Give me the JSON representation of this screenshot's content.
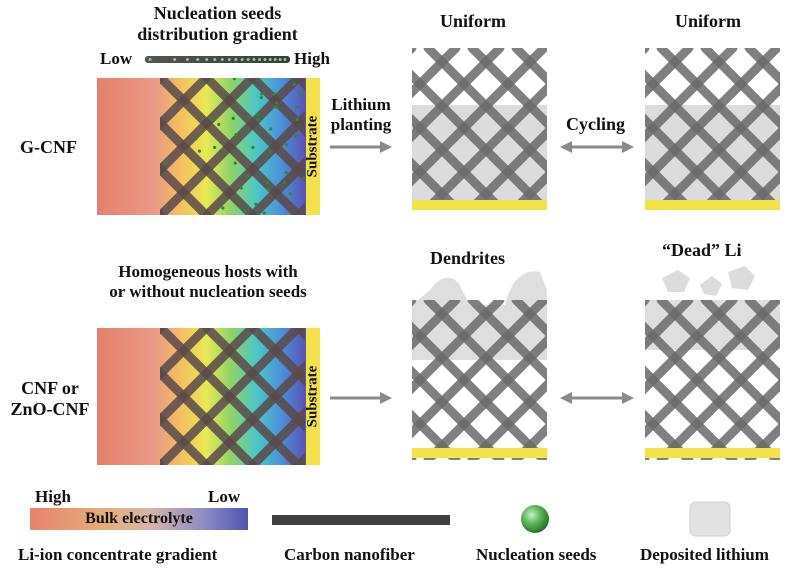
{
  "top": {
    "seed_title_line1": "Nucleation seeds",
    "seed_title_line2": "distribution gradient",
    "low_label": "Low",
    "high_label": "High",
    "row_label": "G-CNF",
    "substrate_label": "Substrate",
    "arrow_label_line1": "Lithium",
    "arrow_label_line2": "planting",
    "state1_title": "Uniform",
    "cycling_label": "Cycling",
    "state2_title": "Uniform"
  },
  "bottom": {
    "host_title_line1": "Homogeneous hosts with",
    "host_title_line2": "or without nucleation seeds",
    "row_label_line1": "CNF or",
    "row_label_line2": "ZnO-CNF",
    "substrate_label": "Substrate",
    "state1_title": "Dendrites",
    "state2_title": "“Dead” Li"
  },
  "legend": {
    "high_label": "High",
    "low_label": "Low",
    "bar_text": "Bulk electrolyte",
    "gradient_caption": "Li-ion concentrate gradient",
    "nanofiber_caption": "Carbon nanofiber",
    "seeds_caption": "Nucleation seeds",
    "lithium_caption": "Deposited lithium"
  },
  "colors": {
    "electrolyte_high": "#e88a78",
    "electrolyte_low": "#5a5fb8",
    "substrate": "#f3e24a",
    "fiber": "#606060",
    "seed": "#3a9a3a",
    "deposit": "#d9d9d9"
  }
}
